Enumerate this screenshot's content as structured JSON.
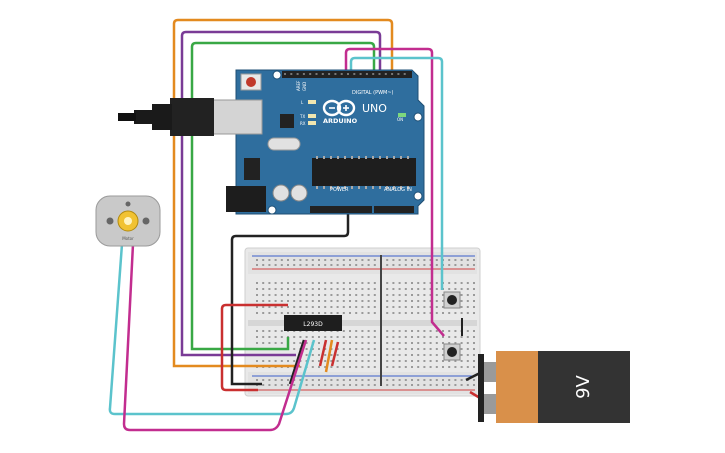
{
  "arduino": {
    "brand": "ARDUINO",
    "model": "UNO",
    "digital_label": "DIGITAL (PWM~)",
    "power_label": "POWER",
    "analog_label": "ANALOG IN",
    "on_label": "ON",
    "tx_label": "TX",
    "rx_label": "RX",
    "l_label": "L",
    "aref_label": "AREF",
    "gnd_label": "GND"
  },
  "driver_chip": {
    "label": "L293D"
  },
  "battery": {
    "label": "9V"
  },
  "motor": {
    "label": "Motor"
  },
  "colors": {
    "board_blue": "#2f6e9e",
    "orange_wire": "#e38a1f",
    "purple_wire": "#7a3b96",
    "green_wire": "#39a845",
    "magenta_wire": "#c22d8f",
    "cyan_wire": "#5bc3cc",
    "red_wire": "#c93030",
    "black_wire": "#222222",
    "breadboard": "#e8e8e8",
    "battery_orange": "#d9904a",
    "battery_black": "#333333"
  }
}
